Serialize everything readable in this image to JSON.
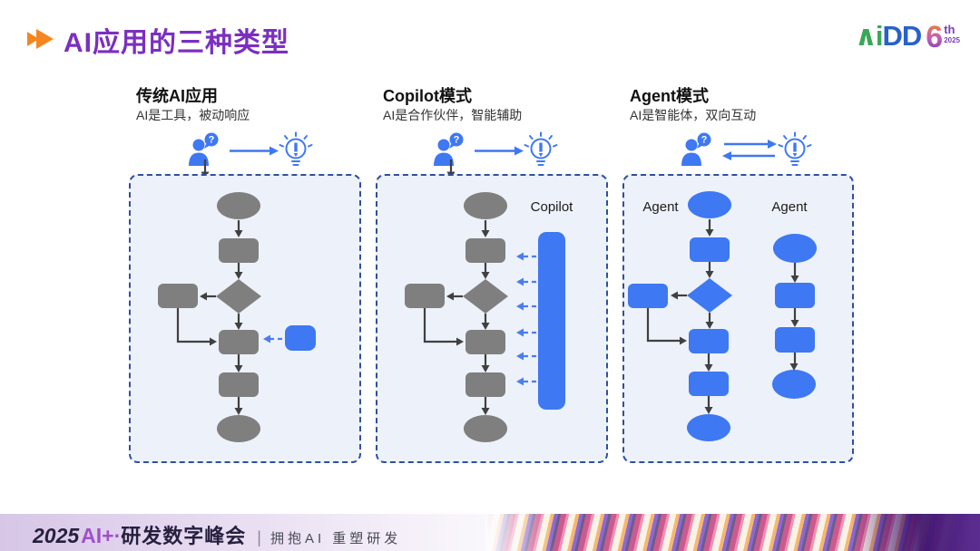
{
  "slide": {
    "title": "AI应用的三种类型",
    "logo": {
      "ai": "∧i",
      "dd": "DD",
      "six": "6",
      "th": "th",
      "year": "2025"
    }
  },
  "columns": [
    {
      "title": "传统AI应用",
      "subtitle": "AI是工具，被动响应"
    },
    {
      "title": "Copilot模式",
      "subtitle": "AI是合作伙伴，智能辅助",
      "panel_label": "Copilot"
    },
    {
      "title": "Agent模式",
      "subtitle": "AI是智能体，双向互动",
      "panel_label_left": "Agent",
      "panel_label_right": "Agent"
    }
  ],
  "icons": {
    "question_mark": "?"
  },
  "footer": {
    "year": "2025",
    "brand": "AI+·",
    "name": "研发数字峰会",
    "separator": "|",
    "tagline": "拥抱AI 重塑研发"
  },
  "colors": {
    "title_purple": "#7B2FC0",
    "accent_orange": "#F5861F",
    "flow_blue": "#3E78F2",
    "flow_gray": "#7F7F7F",
    "arrow_dark": "#404040",
    "dashed_arrow_blue": "#4B7DF0",
    "panel_border": "#30509D",
    "panel_bg": "#EDF1F9",
    "footer_purple": "#5B2D91"
  }
}
